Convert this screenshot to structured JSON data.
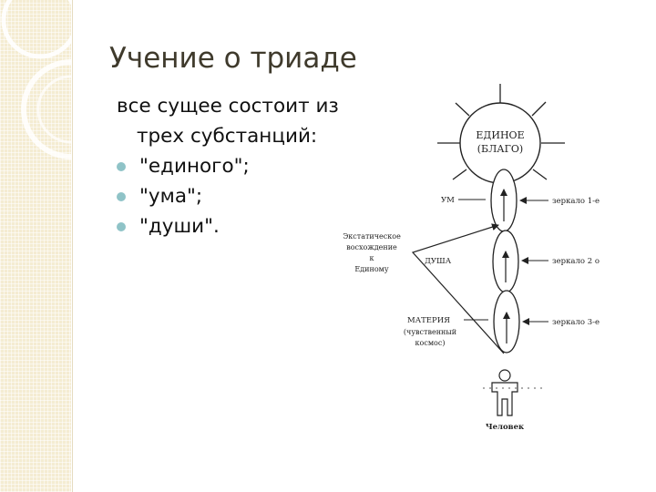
{
  "slide": {
    "title": "Учение о триаде",
    "intro_line1": "все сущее состоит из",
    "intro_line2": "трех субстанций:",
    "bullets": [
      "\"единого\";",
      "\"ума\";",
      "\"души\"."
    ],
    "accent_color": "#8fc3c7",
    "title_color": "#3f3a2c",
    "panel_color": "#f4ecd2"
  },
  "diagram": {
    "sun_label_1": "ЕДИНОЕ",
    "sun_label_2": "(БЛАГО)",
    "um_label": "УМ",
    "dusha_label": "ДУША",
    "materia_label": "МАТЕРИЯ",
    "kosmos_label_1": "(чувственный",
    "kosmos_label_2": "космос)",
    "ecstatic_label_1": "Экстатическое",
    "ecstatic_label_2": "восхождение",
    "ecstatic_label_3": "к",
    "ecstatic_label_4": "Единому",
    "mirror_1": "зеркало 1-е",
    "mirror_2": "зеркало 2 о",
    "mirror_3": "зеркало 3-е",
    "person_label": "Человек"
  }
}
